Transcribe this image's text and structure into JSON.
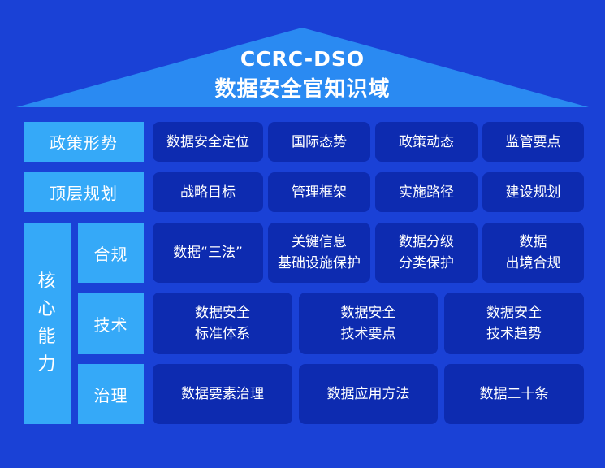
{
  "header": {
    "title_line1": "CCRC-DSO",
    "title_line2": "数据安全官知识域"
  },
  "colors": {
    "background": "#1a41d6",
    "roof": "#2a8af2",
    "label": "#35a9f8",
    "cell": "#0d2bb0"
  },
  "rows": {
    "policy": {
      "label": "政策形势",
      "items": [
        "数据安全定位",
        "国际态势",
        "政策动态",
        "监管要点"
      ]
    },
    "toplevel": {
      "label": "顶层规划",
      "items": [
        "战略目标",
        "管理框架",
        "实施路径",
        "建设规划"
      ]
    }
  },
  "core": {
    "label_chars": [
      "核",
      "心",
      "能",
      "力"
    ],
    "compliance": {
      "label": "合规",
      "items": [
        "数据“三法”",
        "关键信息\n基础设施保护",
        "数据分级\n分类保护",
        "数据\n出境合规"
      ]
    },
    "technology": {
      "label": "技术",
      "items": [
        "数据安全\n标准体系",
        "数据安全\n技术要点",
        "数据安全\n技术趋势"
      ]
    },
    "governance": {
      "label": "治理",
      "items": [
        "数据要素治理",
        "数据应用方法",
        "数据二十条"
      ]
    }
  }
}
